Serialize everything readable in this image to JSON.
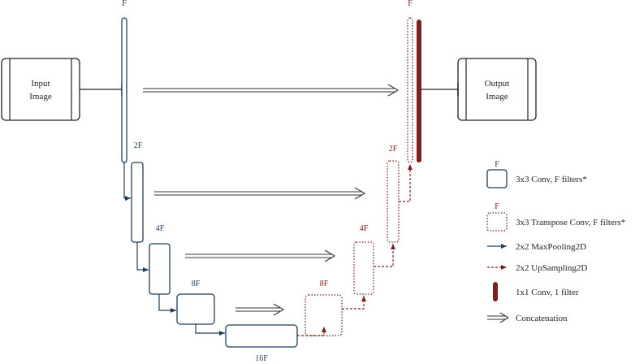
{
  "io": {
    "input_label_1": "Input",
    "input_label_2": "Image",
    "output_label_1": "Output",
    "output_label_2": "Image"
  },
  "encoder": {
    "level_1": "F",
    "level_2": "2F",
    "level_3": "4F",
    "level_4": "8F",
    "bottleneck": "16F"
  },
  "decoder": {
    "level_1": "F",
    "level_2": "2F",
    "level_3": "4F",
    "level_4": "8F"
  },
  "legend": {
    "conv_symbol": "F",
    "conv_text": "3x3 Conv, F filters*",
    "transpose_symbol": "F",
    "transpose_text": "3x3 Transpose Conv, F filters*",
    "maxpool_text": "2x2 MaxPooling2D",
    "upsample_text": "2x2 UpSampling2D",
    "final_conv_text": "1x1 Conv, 1 filter",
    "concat_text": "Concatenation"
  },
  "colors": {
    "encoder": "#1f3f5b",
    "decoder": "#7b2020",
    "final_conv": "#7b1f1f",
    "outline": "#222222"
  }
}
